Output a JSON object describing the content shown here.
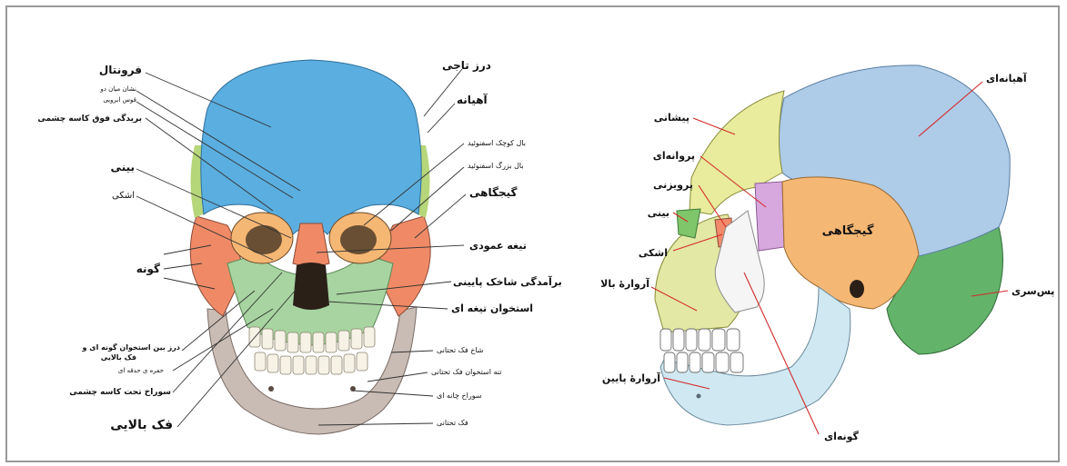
{
  "colors": {
    "frontal": "#5aaee0",
    "parietal": "#aecbe8",
    "temporal": "#f5b774",
    "occipital": "#63b36b",
    "sphenoid": "#d7a8de",
    "zygomatic": "#f18a6a",
    "maxilla": "#b9e3a6",
    "mandible": "#cfe3ee",
    "frontal_side": "#e5ea9e",
    "nasal": "#7fc56a",
    "leader": "#d42a2a"
  },
  "front_view": {
    "labels": {
      "frontal": "فرونتال",
      "glabella": "نشان میان دو",
      "superciliary_arch": "قوس ابرویی",
      "supraorbital_notch": "بریدگی فوق کاسه چشمی",
      "nasal": "بینی",
      "lacrimal": "اشکی",
      "zygomatic": "گونه",
      "zygomaticomaxillary_suture": "درز بین استخوان گونه ای و",
      "zygomaticomaxillary_suture_2": "فک بالایی",
      "alveolar_sockets": "حفره ی حدقه ای",
      "infraorbital_foramen": "سوراخ تحت کاسه چشمی",
      "maxilla": "فک بالایی",
      "coronal_suture": "درز تاجی",
      "parietal": "آهیانه",
      "lesser_wing": "بال کوچک اسفنوئید",
      "greater_wing": "بال بزرگ اسفنوئید",
      "temporal": "گیجگاهی",
      "perpendicular_plate": "تیغه عمودی",
      "inferior_concha": "برآمدگی شاخک پایینی",
      "vomer": "استخوان تیغه ای",
      "ramus": "شاخ فک تحتانی",
      "mandible_body": "تنه استخوان فک تحتانی",
      "mental_foramen": "سوراخ چانه ای",
      "mandible": "فک تحتانی"
    }
  },
  "side_view": {
    "labels": {
      "frontal": "پیشانی",
      "parietal": "آهیانه‌ای",
      "sphenoid": "پروانه‌ای",
      "ethmoid": "پرویزنی",
      "nasal": "بینی",
      "temporal": "گیجگاهی",
      "lacrimal": "اشکی",
      "maxilla": "آروارهٔ بالا",
      "zygomatic": "گونه‌ای",
      "occipital": "پس‌سری",
      "mandible": "آروارهٔ پایین"
    }
  }
}
